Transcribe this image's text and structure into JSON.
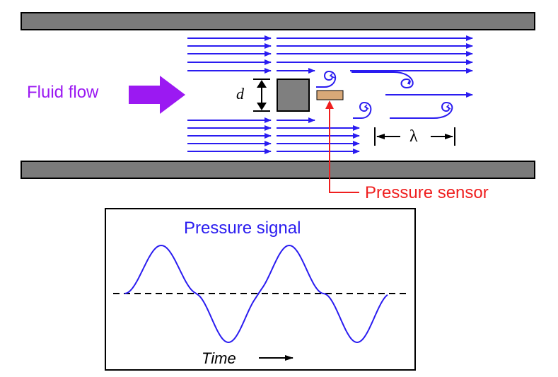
{
  "labels": {
    "fluid_flow": "Fluid flow",
    "d": "d",
    "lambda": "λ",
    "pressure_sensor": "Pressure sensor",
    "pressure_signal": "Pressure signal",
    "time": "Time"
  },
  "colors": {
    "pipe_wall": "#7b7b7b",
    "streamline": "#2a1cf0",
    "flow_arrow": "#9b19f2",
    "bluff_body": "#7f7f7f",
    "sensor": "#d8a878",
    "sensor_pointer": "#ef1f1f",
    "signal": "#2a1cf0"
  },
  "icons": {
    "vortex": "spiral-vortex-icon",
    "flow_arrow": "right-block-arrow-icon"
  }
}
